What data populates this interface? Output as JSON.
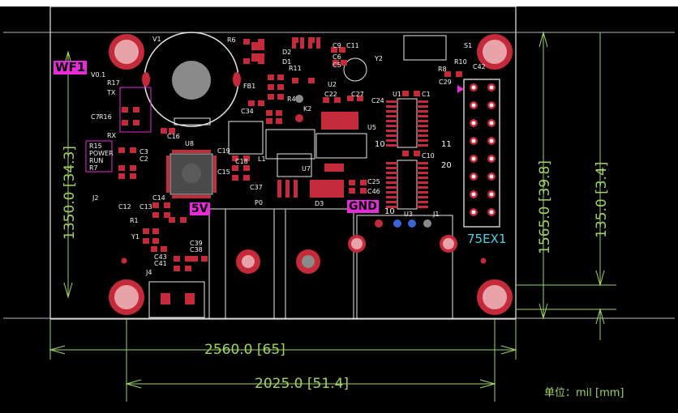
{
  "dimensions": {
    "width_top": "2560.0 [65]",
    "width_bottom": "2025.0 [51.4]",
    "height_left": "1350.0 [34.3]",
    "height_right_outer": "1565.0 [39.8]",
    "height_right_inner": "135.0 [3.4]"
  },
  "units_note": "单位：mil [mm]",
  "tags": {
    "wifi": "WF1",
    "power_5v": "5V",
    "ground": "GND"
  },
  "model": "75EX1",
  "version": "V0.1",
  "pin_labels": {
    "p10": "10",
    "p11": "11",
    "p20": "20",
    "p10b": "10"
  },
  "silkscreen": {
    "status_leds": [
      "R15",
      "POWER",
      "RUN",
      "R7"
    ],
    "refs": [
      "V1",
      "R6",
      "D1",
      "D2",
      "C9",
      "C11",
      "C6",
      "Y2",
      "U2",
      "R17",
      "TX",
      "RX",
      "C7",
      "R16",
      "FB1",
      "R4",
      "C22",
      "C27",
      "U1",
      "C1",
      "C24",
      "C16",
      "U8",
      "C34",
      "U5",
      "K2",
      "C3",
      "C2",
      "C19",
      "C15",
      "L1",
      "U7",
      "C25",
      "C46",
      "C10",
      "J2",
      "C14",
      "C12",
      "C13",
      "C37",
      "P0",
      "D3",
      "U3",
      "J1",
      "R1",
      "Y1",
      "C39",
      "C38",
      "C43",
      "C41",
      "J4",
      "R8",
      "R10",
      "C29",
      "C42",
      "S1",
      "R11",
      "C18",
      "C5"
    ]
  },
  "colors": {
    "background": "#000000",
    "board_outline": "#e8e8e8",
    "dimension": "#9fd55f",
    "highlight": "#e82bd9",
    "silk": "#4ad0e8",
    "copper": "#c52a3a",
    "pad_pink": "#e8a3a8"
  }
}
